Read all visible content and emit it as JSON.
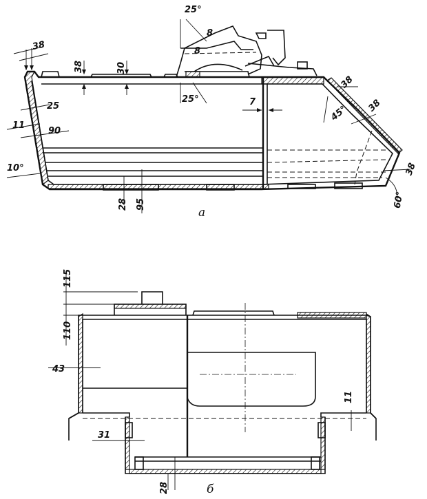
{
  "views": {
    "a": {
      "label": "а",
      "dims": {
        "d38_top_left": "38",
        "d38_hatch": "38",
        "d30_hatch": "30",
        "d25_turret": "25°",
        "d8_a": "8",
        "d8_b": "8",
        "d25_low": "25°",
        "d25_left": "25",
        "d11_left": "11",
        "d90_left": "90",
        "d10deg": "10°",
        "d7": "7",
        "d38_front_a": "38",
        "d38_front_b": "38",
        "d45deg": "45°",
        "d38_nose": "38",
        "d60deg": "60°",
        "d28_bottom": "28",
        "d95_bottom": "95"
      }
    },
    "b": {
      "label": "б",
      "dims": {
        "d115": "115",
        "d110": "110",
        "d43": "43",
        "d31": "31",
        "d11": "11",
        "d28": "28"
      }
    }
  }
}
